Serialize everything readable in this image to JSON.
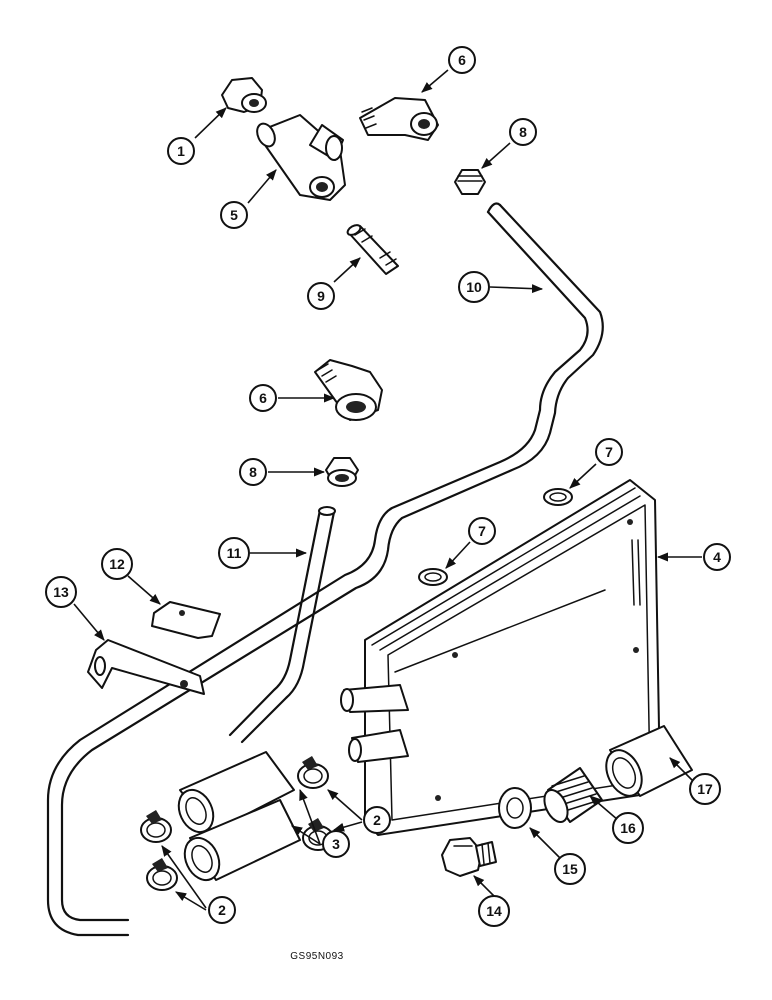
{
  "drawing_code": "GS95N093",
  "callouts": [
    {
      "label": "1"
    },
    {
      "label": "5"
    },
    {
      "label": "6"
    },
    {
      "label": "8"
    },
    {
      "label": "9"
    },
    {
      "label": "10"
    },
    {
      "label": "6"
    },
    {
      "label": "8"
    },
    {
      "label": "7"
    },
    {
      "label": "7"
    },
    {
      "label": "4"
    },
    {
      "label": "11"
    },
    {
      "label": "12"
    },
    {
      "label": "13"
    },
    {
      "label": "2"
    },
    {
      "label": "3"
    },
    {
      "label": "2"
    },
    {
      "label": "14"
    },
    {
      "label": "15"
    },
    {
      "label": "16"
    },
    {
      "label": "17"
    }
  ]
}
